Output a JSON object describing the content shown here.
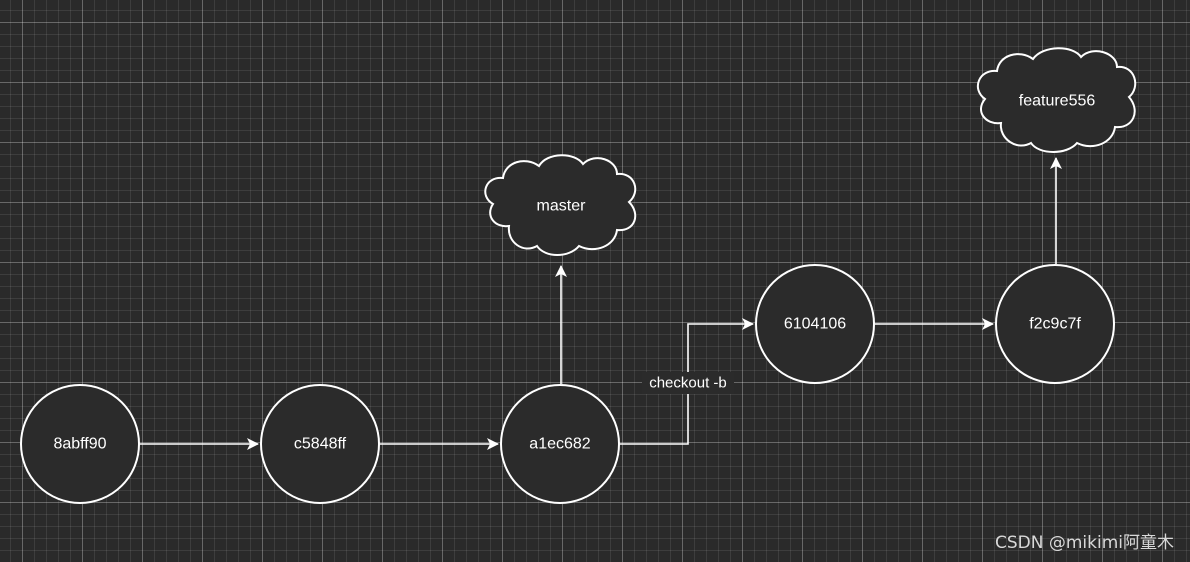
{
  "commits": [
    {
      "id": "c1",
      "label": "8abff90"
    },
    {
      "id": "c2",
      "label": "c5848ff"
    },
    {
      "id": "c3",
      "label": "a1ec682"
    },
    {
      "id": "c4",
      "label": "6104106"
    },
    {
      "id": "c5",
      "label": "f2c9c7f"
    }
  ],
  "branches": [
    {
      "id": "b1",
      "label": "master",
      "points_to": "c3"
    },
    {
      "id": "b2",
      "label": "feature556",
      "points_to": "c5"
    }
  ],
  "edges": [
    {
      "from": "c1",
      "to": "c2",
      "label": ""
    },
    {
      "from": "c2",
      "to": "c3",
      "label": ""
    },
    {
      "from": "c3",
      "to": "c4",
      "label": "checkout -b"
    },
    {
      "from": "c4",
      "to": "c5",
      "label": ""
    }
  ],
  "watermark": "CSDN @mikimi阿童木",
  "colors": {
    "background": "#2a2a2a",
    "node_fill": "#2b2b2b",
    "stroke": "#ffffff",
    "text": "#ffffff"
  }
}
